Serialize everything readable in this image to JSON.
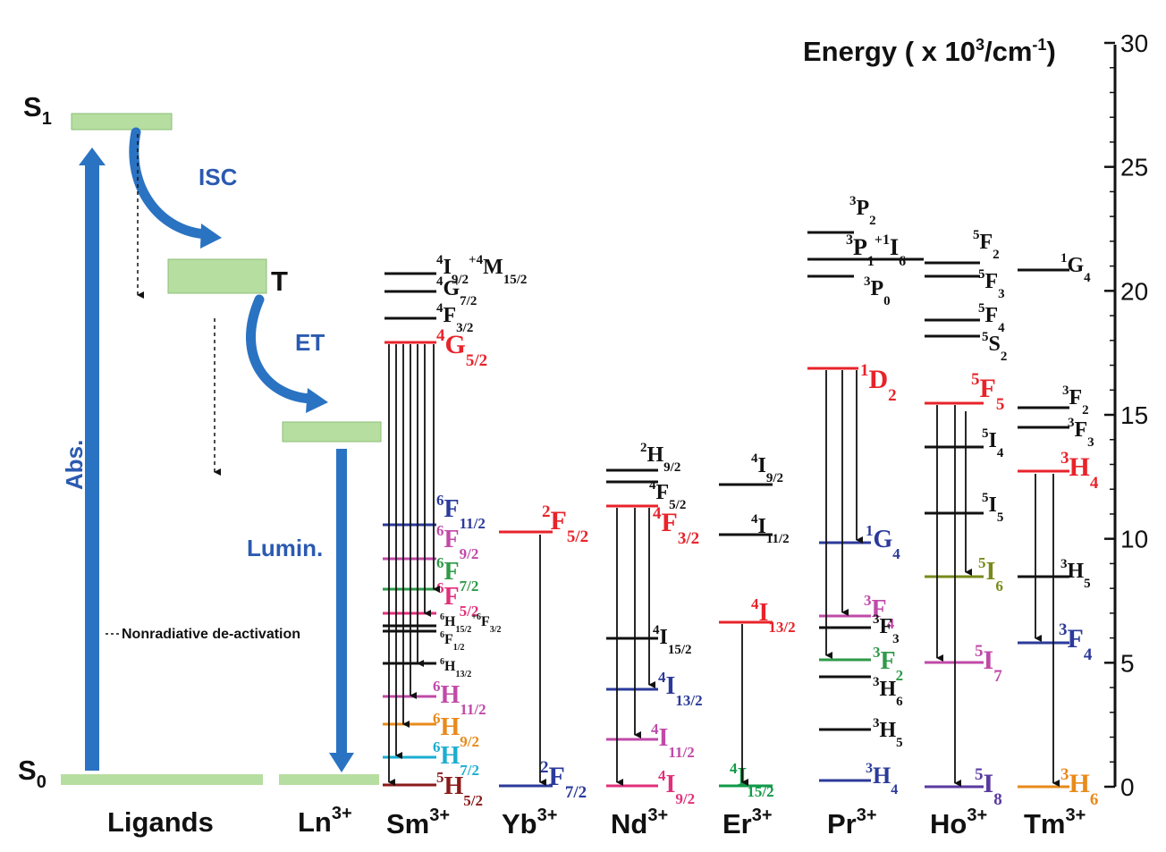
{
  "axis": {
    "label": "Energy ( x 10",
    "label_sup": "3",
    "label_rest": "/cm",
    "label_sup2": "-1",
    "label_end": ")",
    "min": 0,
    "max": 30,
    "ticks": [
      "0",
      "5",
      "10",
      "15",
      "20",
      "25",
      "30"
    ]
  },
  "ligand": {
    "s1_label": "S",
    "s1_sub": "1",
    "s0_label": "S",
    "s0_sub": "0",
    "t_label": "T",
    "isc": "ISC",
    "et": "ET",
    "abs": "Abs.",
    "lumin": "Lumin.",
    "nonrad": "Nonradiative de-activation",
    "ligands_label": "Ligands",
    "ln_label": "Ln",
    "ln_sup": "3+"
  },
  "columns": [
    {
      "name": "Sm",
      "sup": "3+"
    },
    {
      "name": "Yb",
      "sup": "3+"
    },
    {
      "name": "Nd",
      "sup": "3+"
    },
    {
      "name": "Er",
      "sup": "3+"
    },
    {
      "name": "Pr",
      "sup": "3+"
    },
    {
      "name": "Ho",
      "sup": "3+"
    },
    {
      "name": "Tm",
      "sup": "3+"
    }
  ],
  "levels": {
    "sm": [
      {
        "pre": "4",
        "main": "I",
        "sub": "9/2",
        "suffix": "+",
        "pre2": "4",
        "main2": "M",
        "sub2": "15/2"
      },
      {
        "pre": "4",
        "main": "G",
        "sub": "7/2"
      },
      {
        "pre": "4",
        "main": "F",
        "sub": "3/2"
      },
      {
        "pre": "4",
        "main": "G",
        "sub": "5/2",
        "color": "#e8232a"
      },
      {
        "pre": "6",
        "main": "F",
        "sub": "11/2",
        "color": "#2b3a9a"
      },
      {
        "pre": "6",
        "main": "F",
        "sub": "9/2",
        "color": "#c04aa8"
      },
      {
        "pre": "6",
        "main": "F",
        "sub": "7/2",
        "color": "#2e9a48"
      },
      {
        "pre": "6",
        "main": "F",
        "sub": "5/2",
        "color": "#e0307a"
      },
      {
        "pre": "6",
        "main": "H",
        "sub": "15/2",
        "suffix": "+",
        "pre2": "6",
        "main2": "F",
        "sub2": "3/2"
      },
      {
        "pre": "6",
        "main": "F",
        "sub": "1/2"
      },
      {
        "pre": "6",
        "main": "H",
        "sub": "13/2"
      },
      {
        "pre": "6",
        "main": "H",
        "sub": "11/2",
        "color": "#c04aa8"
      },
      {
        "pre": "6",
        "main": "H",
        "sub": "9/2",
        "color": "#e88a1a"
      },
      {
        "pre": "6",
        "main": "H",
        "sub": "7/2",
        "color": "#1aaed0"
      },
      {
        "pre": "5",
        "main": "H",
        "sub": "5/2",
        "color": "#8a1a1a"
      }
    ],
    "yb": [
      {
        "pre": "2",
        "main": "F",
        "sub": "5/2",
        "color": "#e8232a"
      },
      {
        "pre": "2",
        "main": "F",
        "sub": "7/2",
        "color": "#2b3a9a"
      }
    ],
    "nd": [
      {
        "pre": "2",
        "main": "H",
        "sub": "9/2"
      },
      {
        "pre": "4",
        "main": "F",
        "sub": "5/2"
      },
      {
        "pre": "4",
        "main": "F",
        "sub": "3/2",
        "color": "#e8232a"
      },
      {
        "pre": "4",
        "main": "I",
        "sub": "15/2"
      },
      {
        "pre": "4",
        "main": "I",
        "sub": "13/2",
        "color": "#2b3a9a"
      },
      {
        "pre": "4",
        "main": "I",
        "sub": "11/2",
        "color": "#c04aa8"
      },
      {
        "pre": "4",
        "main": "I",
        "sub": "9/2",
        "color": "#e0307a"
      }
    ],
    "er": [
      {
        "pre": "4",
        "main": "I",
        "sub": "9/2"
      },
      {
        "pre": "4",
        "main": "I",
        "sub": "11/2"
      },
      {
        "pre": "4",
        "main": "I",
        "sub": "13/2",
        "color": "#e8232a"
      },
      {
        "pre": "4",
        "main": "I",
        "sub": "15/2",
        "color": "#119a48"
      }
    ],
    "pr": [
      {
        "pre": "3",
        "main": "P",
        "sub": "2"
      },
      {
        "pre": "3",
        "main": "P",
        "sub": "1",
        "suffix": "+",
        "pre2": "1",
        "main2": "I",
        "sub2": "6"
      },
      {
        "pre": "3",
        "main": "P",
        "sub": "0"
      },
      {
        "pre": "1",
        "main": "D",
        "sub": "2",
        "color": "#e8232a"
      },
      {
        "pre": "1",
        "main": "G",
        "sub": "4",
        "color": "#2b3a9a"
      },
      {
        "pre": "3",
        "main": "F",
        "sub": "4",
        "color": "#c04aa8"
      },
      {
        "pre": "3",
        "main": "F",
        "sub": "3"
      },
      {
        "pre": "3",
        "main": "F",
        "sub": "2",
        "color": "#2e9a48"
      },
      {
        "pre": "3",
        "main": "H",
        "sub": "6"
      },
      {
        "pre": "3",
        "main": "H",
        "sub": "5"
      },
      {
        "pre": "3",
        "main": "H",
        "sub": "4",
        "color": "#2b3a9a"
      }
    ],
    "ho": [
      {
        "pre": "5",
        "main": "F",
        "sub": "2"
      },
      {
        "pre": "5",
        "main": "F",
        "sub": "3"
      },
      {
        "pre": "5",
        "main": "F",
        "sub": "4"
      },
      {
        "pre": "5",
        "main": "S",
        "sub": "2"
      },
      {
        "pre": "5",
        "main": "F",
        "sub": "5",
        "color": "#e8232a"
      },
      {
        "pre": "5",
        "main": "I",
        "sub": "4"
      },
      {
        "pre": "5",
        "main": "I",
        "sub": "5"
      },
      {
        "pre": "5",
        "main": "I",
        "sub": "6",
        "color": "#7a8a1a"
      },
      {
        "pre": "5",
        "main": "I",
        "sub": "7",
        "color": "#c04aa8"
      },
      {
        "pre": "5",
        "main": "I",
        "sub": "8",
        "color": "#5a3aa0"
      }
    ],
    "tm": [
      {
        "pre": "1",
        "main": "G",
        "sub": "4"
      },
      {
        "pre": "3",
        "main": "F",
        "sub": "2"
      },
      {
        "pre": "3",
        "main": "F",
        "sub": "3"
      },
      {
        "pre": "3",
        "main": "H",
        "sub": "4",
        "color": "#e8232a"
      },
      {
        "pre": "3",
        "main": "H",
        "sub": "5"
      },
      {
        "pre": "3",
        "main": "F",
        "sub": "4",
        "color": "#2b3a9a"
      },
      {
        "pre": "3",
        "main": "H",
        "sub": "6",
        "color": "#e88a1a"
      }
    ]
  },
  "colors": {
    "ligand_box": "#b6dea0",
    "arrow_blue": "#2a73c2",
    "label_blue": "#2b3a9a",
    "black": "#111111"
  }
}
